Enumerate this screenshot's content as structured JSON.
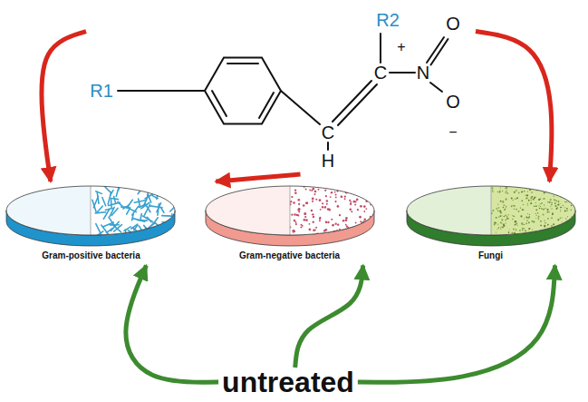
{
  "diagram": {
    "nodes": [
      {
        "text": [
          "R2",
          "+",
          "O",
          "R1",
          "C",
          "N",
          "O",
          "−",
          "C",
          "H"
        ]
      },
      {
        "text": [
          "Gram-positive bacteria"
        ]
      },
      {
        "text": [
          "Gram-negative bacteria"
        ]
      },
      {
        "text": [
          "Fungi"
        ]
      },
      {
        "text": [
          "untreated"
        ]
      }
    ],
    "edges": [
      {
        "from": 0,
        "to": 1,
        "arrow": "to"
      },
      {
        "from": 0,
        "to": 2,
        "arrow": "to"
      },
      {
        "from": 0,
        "to": 3,
        "arrow": "to"
      },
      {
        "from": 4,
        "to": 1,
        "arrow": "to"
      },
      {
        "from": 4,
        "to": 2,
        "arrow": "to"
      },
      {
        "from": 4,
        "to": 3,
        "arrow": "to"
      }
    ]
  }
}
